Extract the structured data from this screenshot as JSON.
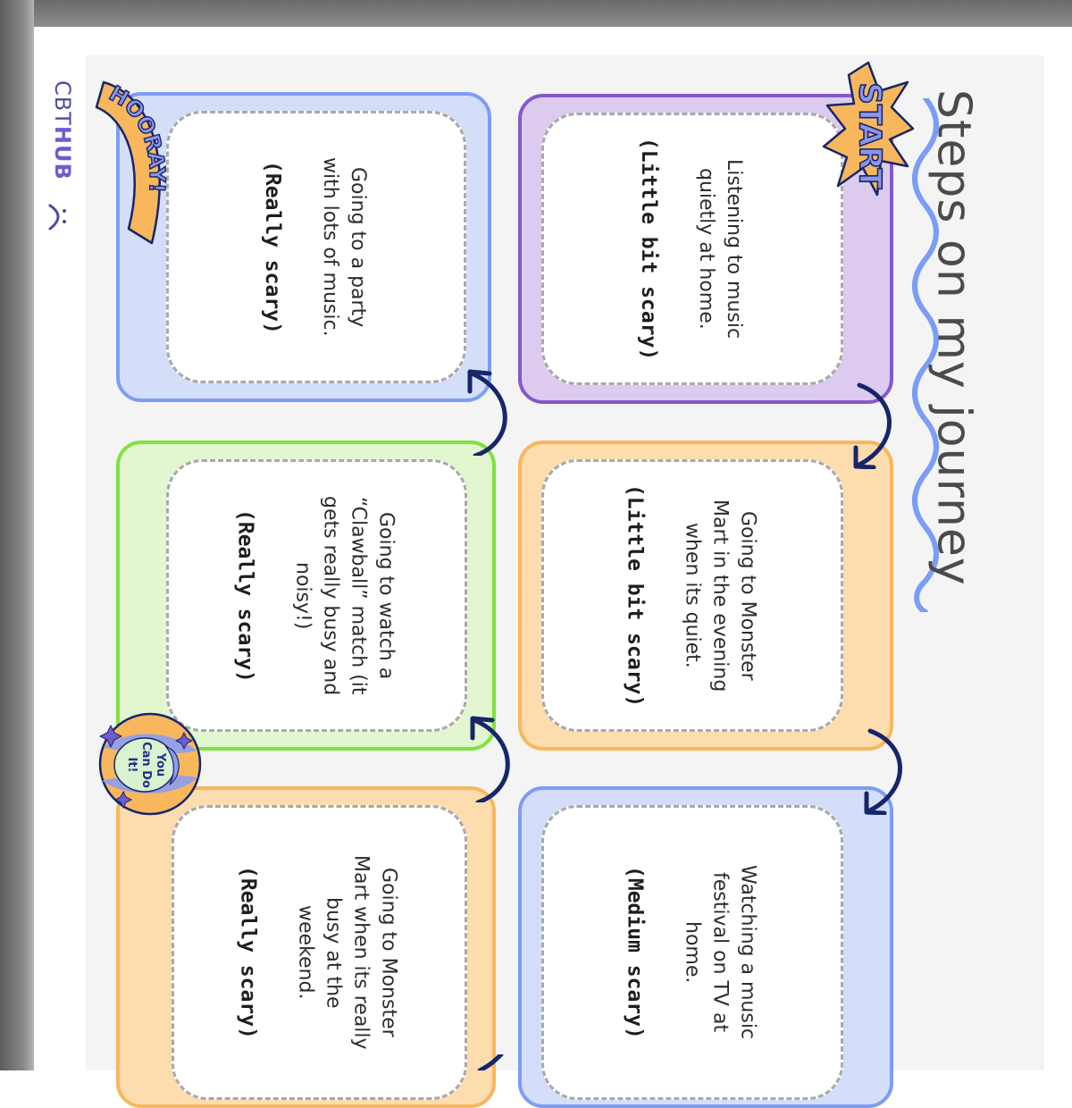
{
  "brand": {
    "prefix": "CBT",
    "suffix": "HUB"
  },
  "title": "Steps on my journey",
  "stickers": {
    "start": "START",
    "hooray": "HOORAY!",
    "you_can_do_it": [
      "You",
      "Can Do",
      "It!"
    ]
  },
  "colors": {
    "purple": "#8658c9",
    "purple_fill": "#dccbee",
    "orange": "#f8b75c",
    "orange_fill": "#fddcae",
    "blue": "#7d9cf3",
    "blue_fill": "#d4def9",
    "green": "#7ee23f",
    "green_fill": "#e2f6cf",
    "arrow": "#16266a"
  },
  "steps": [
    {
      "text": "Listening to music quietly at home.",
      "level": "(Little bit scary)"
    },
    {
      "text": "Going to Monster Mart in the evening when its quiet.",
      "level": "(Little bit scary)"
    },
    {
      "text": "Watching a music festival on TV at home.",
      "level": "(Medium scary)"
    },
    {
      "text": "Going to Monster Mart when its really busy at the weekend.",
      "level": "(Really scary)"
    },
    {
      "text": "Going to watch a “Clawball” match (it gets really busy and noisy!)",
      "level": "(Really scary)"
    },
    {
      "text": "Going to a party with lots of music.",
      "level": "(Really scary)"
    }
  ]
}
